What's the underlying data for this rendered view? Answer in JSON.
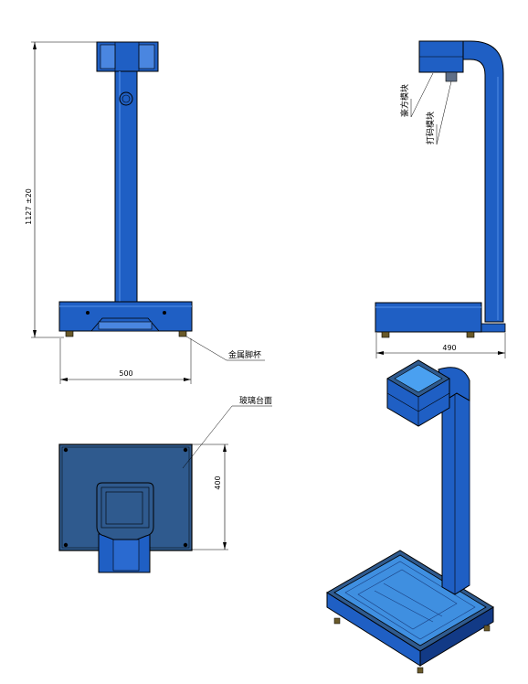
{
  "views": {
    "front": {
      "height_dim": "1127 ±20",
      "width_dim": "500",
      "callout_feet": "金属脚杯"
    },
    "side": {
      "callout_square": "豪方模块",
      "callout_print": "打码模块",
      "width_dim": "490"
    },
    "top": {
      "callout_glass": "玻璃台面",
      "depth_dim": "400"
    }
  },
  "colors": {
    "blue": "#1f5fc4",
    "blue_light": "#4a86e0",
    "blue_dark": "#123a86",
    "plate": "#2f5a8e",
    "glass": "#3f8fe0",
    "line": "#000000"
  }
}
